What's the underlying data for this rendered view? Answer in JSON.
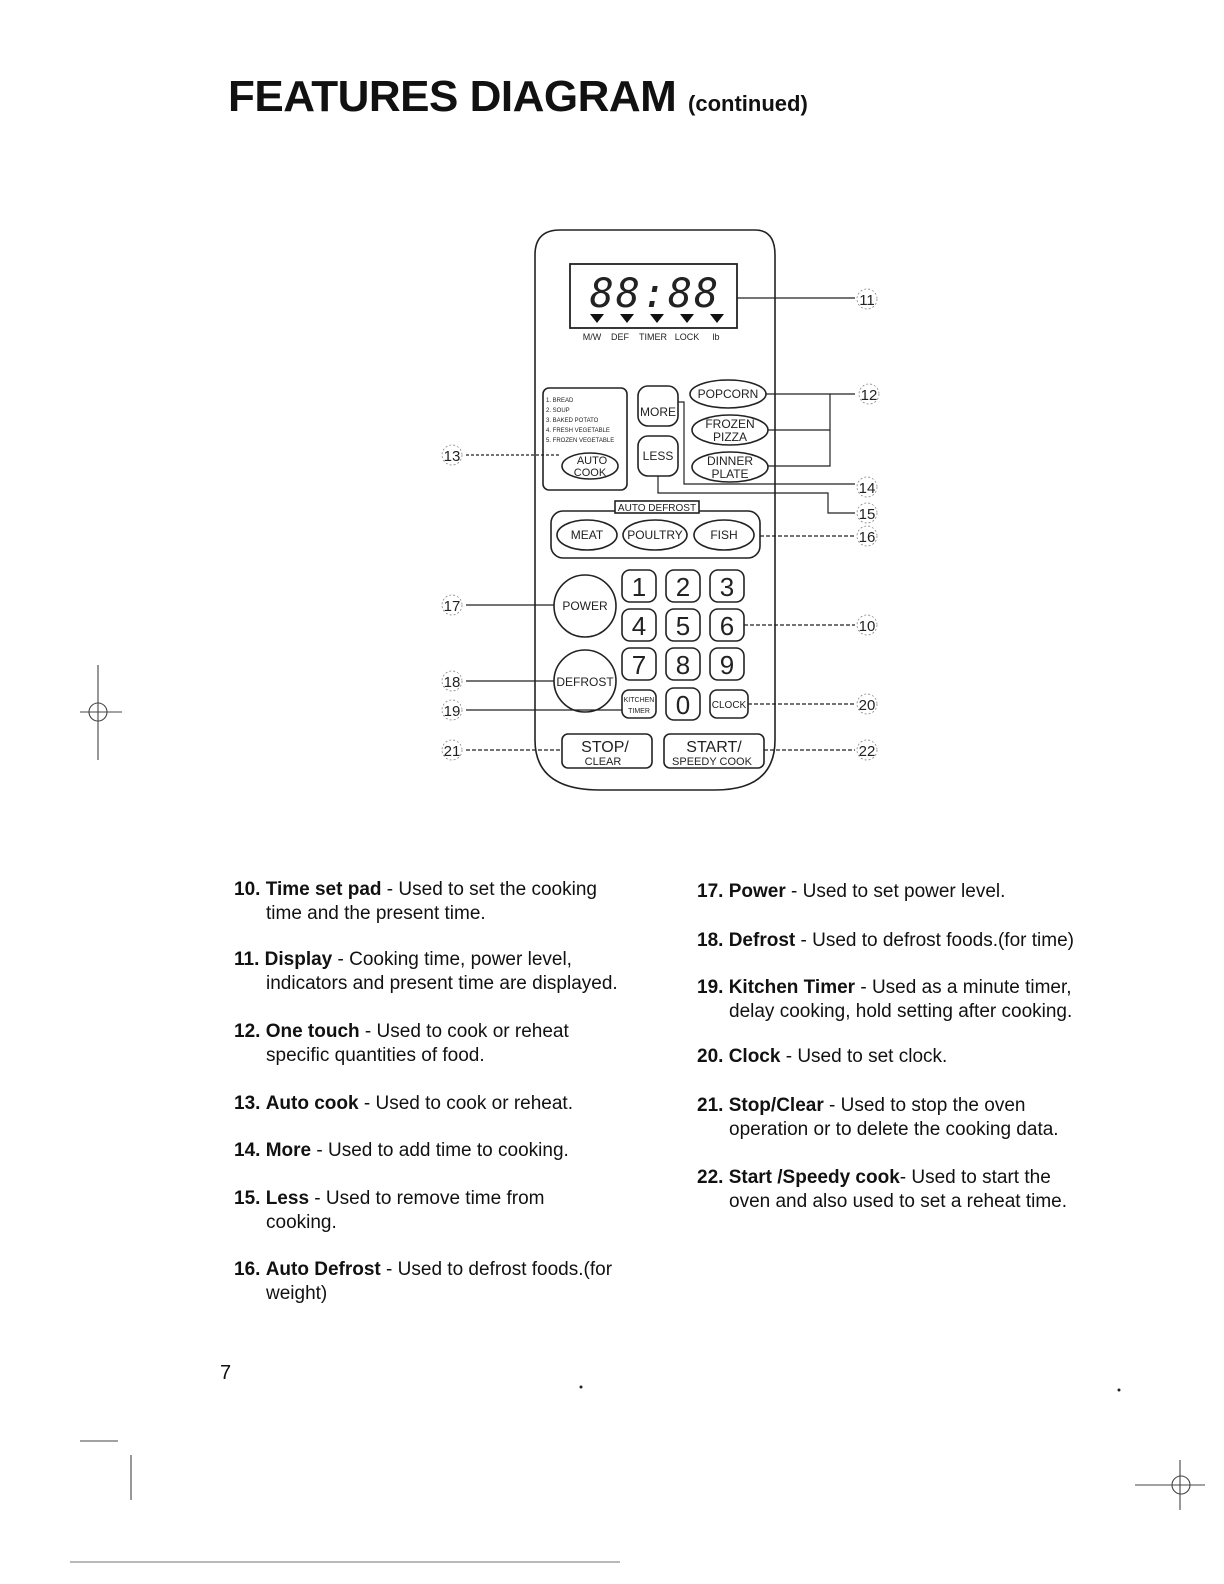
{
  "title": {
    "main": "FEATURES DIAGRAM",
    "sub": "(continued)"
  },
  "panel": {
    "display": "88:88",
    "indicators": [
      "M/W",
      "DEF",
      "TIMER",
      "LOCK",
      "lb"
    ],
    "auto_cook_list": [
      "1. BREAD",
      "2. SOUP",
      "3. BAKED POTATO",
      "4. FRESH VEGETABLE",
      "5. FROZEN VEGETABLE"
    ],
    "auto_cook_button": [
      "AUTO",
      "COOK"
    ],
    "more": "MORE",
    "less": "LESS",
    "popcorn": "POPCORN",
    "frozen_pizza": [
      "FROZEN",
      "PIZZA"
    ],
    "dinner_plate": [
      "DINNER",
      "PLATE"
    ],
    "auto_defrost_label": "AUTO DEFROST",
    "meat": "MEAT",
    "poultry": "POULTRY",
    "fish": "FISH",
    "power": "POWER",
    "defrost": "DEFROST",
    "digits": [
      "1",
      "2",
      "3",
      "4",
      "5",
      "6",
      "7",
      "8",
      "9",
      "0"
    ],
    "kitchen_timer": [
      "KITCHEN",
      "TIMER"
    ],
    "clock": "CLOCK",
    "stop_clear": [
      "STOP/",
      "CLEAR"
    ],
    "start_speedy": [
      "START/",
      "SPEEDY COOK"
    ]
  },
  "callouts": [
    "11",
    "12",
    "13",
    "14",
    "15",
    "16",
    "17",
    "10",
    "18",
    "19",
    "20",
    "21",
    "22"
  ],
  "descriptions": {
    "left": [
      {
        "num": "10.",
        "name": "Time set pad",
        "text": " - Used to set the cooking",
        "cont": "time and the present time."
      },
      {
        "num": "11.",
        "name": "Display",
        "text": " - Cooking time, power level,",
        "cont": "indicators and present time are displayed."
      },
      {
        "num": "12.",
        "name": "One touch",
        "text": " - Used to cook or reheat",
        "cont": "specific quantities of food."
      },
      {
        "num": "13.",
        "name": "Auto cook",
        "text": " - Used to cook or reheat.",
        "cont": ""
      },
      {
        "num": "14.",
        "name": "More",
        "text": " - Used to add time to cooking.",
        "cont": ""
      },
      {
        "num": "15.",
        "name": "Less",
        "text": " - Used to remove time from",
        "cont": "cooking."
      },
      {
        "num": "16.",
        "name": "Auto Defrost",
        "text": " - Used to defrost foods.(for",
        "cont": "weight)"
      }
    ],
    "right": [
      {
        "num": "17.",
        "name": "Power",
        "text": " - Used to set power level.",
        "cont": ""
      },
      {
        "num": "18.",
        "name": "Defrost",
        "text": " - Used to defrost foods.(for time)",
        "cont": ""
      },
      {
        "num": "19.",
        "name": "Kitchen Timer",
        "text": " - Used as a minute timer,",
        "cont": "delay cooking, hold setting after cooking."
      },
      {
        "num": "20.",
        "name": "Clock",
        "text": " - Used to set clock.",
        "cont": ""
      },
      {
        "num": "21.",
        "name": "Stop/Clear",
        "text": " - Used to stop the oven",
        "cont": "operation or to delete the cooking data."
      },
      {
        "num": "22.",
        "name": "Start /Speedy cook",
        "text": "- Used to start the",
        "cont": "oven and also used to set a reheat time."
      }
    ]
  },
  "page_number": "7"
}
